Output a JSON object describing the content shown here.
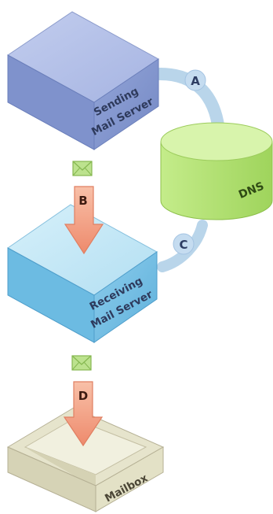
{
  "nodes": {
    "sending_server": {
      "line1": "Sending",
      "line2": "Mail Server"
    },
    "receiving_server": {
      "line1": "Receiving",
      "line2": "Mail Server"
    },
    "dns": {
      "label": "DNS"
    },
    "mailbox": {
      "label": "Mailbox"
    }
  },
  "steps": {
    "a": "A",
    "b": "B",
    "c": "C",
    "d": "D"
  },
  "colors": {
    "sending_front": "#8b9dd2",
    "sending_top": "#b3c0e8",
    "sending_side": "#6f82bd",
    "receiving_front": "#79c3e6",
    "receiving_top": "#c6e8f6",
    "receiving_side": "#5aa6cf",
    "dns_body": "#b4e274",
    "dns_top": "#d9f5ae",
    "mailbox": "#e3e1c5",
    "arrow": "#f2a48b",
    "connector": "#b9d5ea",
    "envelope": "#b9e08a"
  }
}
